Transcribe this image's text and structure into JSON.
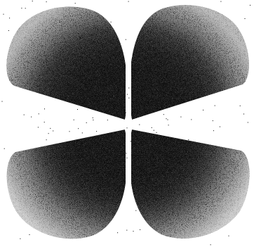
{
  "image": {
    "subject": "four-lobed-stipple-pattern",
    "background_color": "#ffffff",
    "ink_color": "#000000",
    "lobes": [
      {
        "id": "top-left"
      },
      {
        "id": "top-right"
      },
      {
        "id": "bottom-left"
      },
      {
        "id": "bottom-right"
      }
    ]
  }
}
